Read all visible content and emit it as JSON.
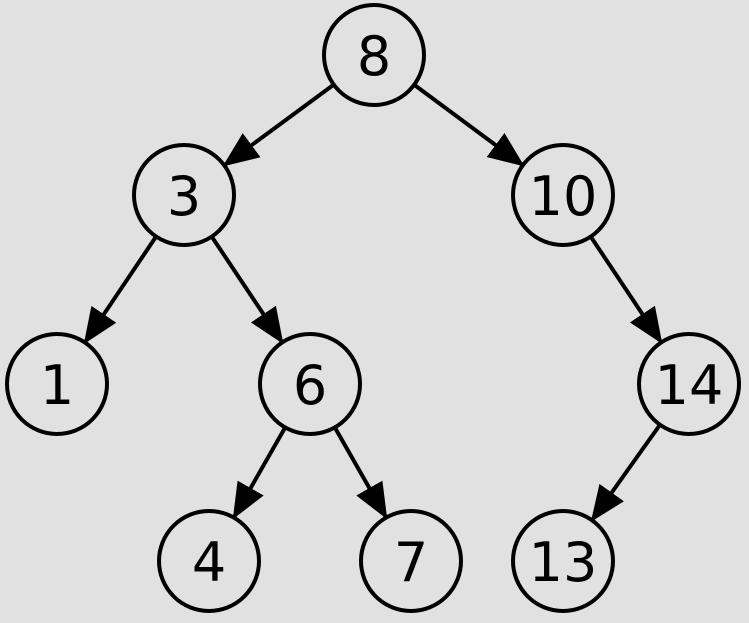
{
  "diagram": {
    "colors": {
      "background": "#e1e1e1",
      "node_fill": "#e1e1e1",
      "stroke": "#000000",
      "text": "#000000"
    },
    "nodes": [
      {
        "id": "n8",
        "label": "8"
      },
      {
        "id": "n3",
        "label": "3"
      },
      {
        "id": "n10",
        "label": "10"
      },
      {
        "id": "n1",
        "label": "1"
      },
      {
        "id": "n6",
        "label": "6"
      },
      {
        "id": "n14",
        "label": "14"
      },
      {
        "id": "n4",
        "label": "4"
      },
      {
        "id": "n7",
        "label": "7"
      },
      {
        "id": "n13",
        "label": "13"
      }
    ],
    "edges": [
      {
        "from": "n8",
        "to": "n3"
      },
      {
        "from": "n8",
        "to": "n10"
      },
      {
        "from": "n3",
        "to": "n1"
      },
      {
        "from": "n3",
        "to": "n6"
      },
      {
        "from": "n10",
        "to": "n14"
      },
      {
        "from": "n6",
        "to": "n4"
      },
      {
        "from": "n6",
        "to": "n7"
      },
      {
        "from": "n14",
        "to": "n13"
      }
    ]
  }
}
